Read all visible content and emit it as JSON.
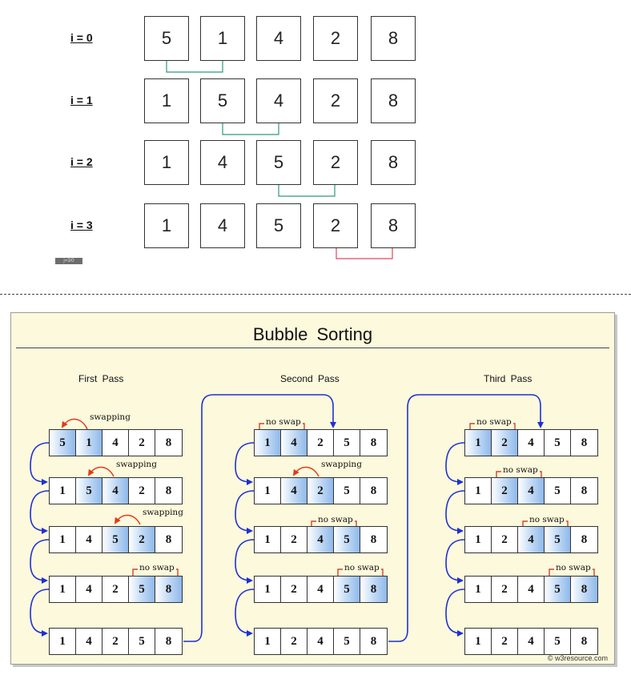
{
  "top_diagram": {
    "rows": [
      {
        "label": "i = 0",
        "values": [
          "5",
          "1",
          "4",
          "2",
          "8"
        ]
      },
      {
        "label": "i = 1",
        "values": [
          "1",
          "5",
          "4",
          "2",
          "8"
        ]
      },
      {
        "label": "i = 2",
        "values": [
          "1",
          "4",
          "5",
          "2",
          "8"
        ]
      },
      {
        "label": "i = 3",
        "values": [
          "1",
          "4",
          "5",
          "2",
          "8"
        ]
      }
    ],
    "tag": "j=3/0",
    "colors": {
      "compare_swap": "#2e9a7a",
      "compare_last": "#e0465a"
    }
  },
  "bubble": {
    "title": "Bubble  Sorting",
    "credit": "© w3resource.com",
    "passes": [
      {
        "heading": "First  Pass",
        "rows": [
          {
            "values": [
              "5",
              "1",
              "4",
              "2",
              "8"
            ],
            "highlight": [
              0,
              1
            ],
            "note": "swapping"
          },
          {
            "values": [
              "1",
              "5",
              "4",
              "2",
              "8"
            ],
            "highlight": [
              1,
              2
            ],
            "note": "swapping"
          },
          {
            "values": [
              "1",
              "4",
              "5",
              "2",
              "8"
            ],
            "highlight": [
              2,
              3
            ],
            "note": "swapping"
          },
          {
            "values": [
              "1",
              "4",
              "2",
              "5",
              "8"
            ],
            "highlight": [
              3,
              4
            ],
            "note": "no swap"
          },
          {
            "values": [
              "1",
              "4",
              "2",
              "5",
              "8"
            ],
            "highlight": [],
            "note": ""
          }
        ]
      },
      {
        "heading": "Second  Pass",
        "rows": [
          {
            "values": [
              "1",
              "4",
              "2",
              "5",
              "8"
            ],
            "highlight": [
              0,
              1
            ],
            "note": "no swap"
          },
          {
            "values": [
              "1",
              "4",
              "2",
              "5",
              "8"
            ],
            "highlight": [
              1,
              2
            ],
            "note": "swapping"
          },
          {
            "values": [
              "1",
              "2",
              "4",
              "5",
              "8"
            ],
            "highlight": [
              2,
              3
            ],
            "note": "no swap"
          },
          {
            "values": [
              "1",
              "2",
              "4",
              "5",
              "8"
            ],
            "highlight": [
              3,
              4
            ],
            "note": "no swap"
          },
          {
            "values": [
              "1",
              "2",
              "4",
              "5",
              "8"
            ],
            "highlight": [],
            "note": ""
          }
        ]
      },
      {
        "heading": "Third  Pass",
        "rows": [
          {
            "values": [
              "1",
              "2",
              "4",
              "5",
              "8"
            ],
            "highlight": [
              0,
              1
            ],
            "note": "no swap"
          },
          {
            "values": [
              "1",
              "2",
              "4",
              "5",
              "8"
            ],
            "highlight": [
              1,
              2
            ],
            "note": "no swap"
          },
          {
            "values": [
              "1",
              "2",
              "4",
              "5",
              "8"
            ],
            "highlight": [
              2,
              3
            ],
            "note": "no swap"
          },
          {
            "values": [
              "1",
              "2",
              "4",
              "5",
              "8"
            ],
            "highlight": [
              3,
              4
            ],
            "note": "no swap"
          },
          {
            "values": [
              "1",
              "2",
              "4",
              "5",
              "8"
            ],
            "highlight": [],
            "note": ""
          }
        ]
      }
    ],
    "colors": {
      "flow_arrow": "#1f2fd6",
      "swap_arrow": "#e23a1e",
      "bracket": "#d0452a",
      "highlight": "#8fb9ea",
      "panel_bg": "#fcf9dc"
    }
  }
}
